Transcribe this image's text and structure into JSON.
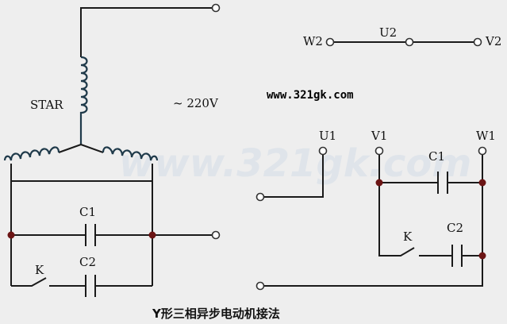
{
  "watermark": "www.321gk.com",
  "labels": {
    "star": "STAR",
    "voltage": "~ 220V",
    "website": "www.321gk.com",
    "w2": "W2",
    "u2": "U2",
    "v2": "V2",
    "u1": "U1",
    "v1": "V1",
    "w1": "W1",
    "c1_left": "C1",
    "c2_left": "C2",
    "k_left": "K",
    "c1_right": "C1",
    "c2_right": "C2",
    "k_right": "K"
  },
  "caption": "Y形三相异步电动机接法",
  "colors": {
    "background": "#eeeeee",
    "wire": "#1a1a1a",
    "coil": "#1f3a4a",
    "junction": "#6b1414"
  }
}
